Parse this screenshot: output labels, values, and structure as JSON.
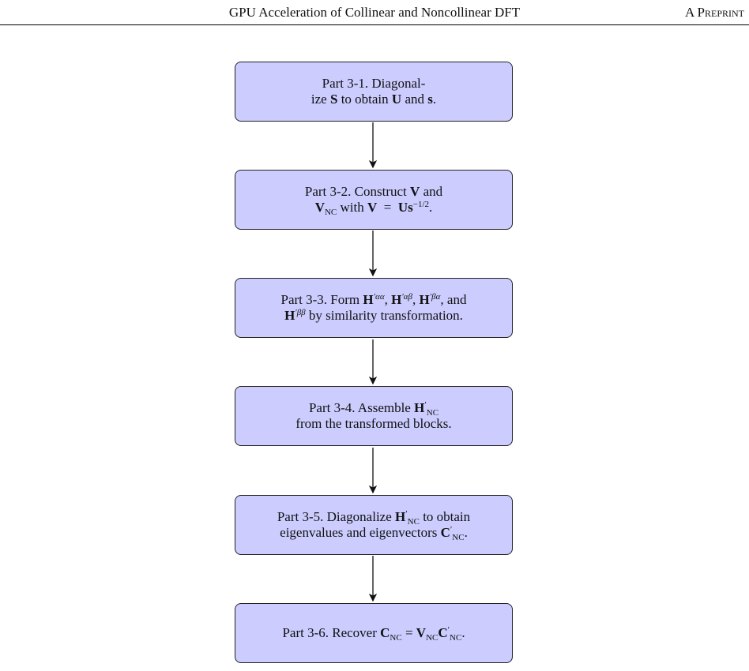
{
  "header": {
    "title": "GPU Acceleration of Collinear and Noncollinear DFT",
    "tag": "A Preprint"
  },
  "flowchart": {
    "box1": {
      "l1": "Part 3-1.  Diagonal-",
      "l2_a": "ize ",
      "l2_S": "S",
      "l2_b": " to obtain ",
      "l2_U": "U",
      "l2_c": " and ",
      "l2_s": "s",
      "l2_d": "."
    },
    "box2": {
      "l1_a": "Part 3-2.  Construct ",
      "l1_V": "V",
      "l1_b": " and",
      "l2_V": "V",
      "l2_sub": "NC",
      "l2_a": " with ",
      "l2_V2": "V",
      "l2_eq": "  =  ",
      "l2_Us": "Us",
      "l2_sup": "−1/2",
      "l2_end": "."
    },
    "box3": {
      "l1_a": "Part 3-3.  Form ",
      "H": "H",
      "p1": "′αα",
      "c1": ", ",
      "p2": "′αβ",
      "c2": ", ",
      "p3": "′βα",
      "c3": ", and",
      "p4": "′ββ",
      "l2_rest": " by similarity transformation."
    },
    "box4": {
      "l1_a": "Part 3-4.  Assemble ",
      "H": "H",
      "prime": "′",
      "sub": "NC",
      "l2": "from the transformed blocks."
    },
    "box5": {
      "l1_a": "Part 3-5.  Diagonalize ",
      "H": "H",
      "prime": "′",
      "sub": "NC",
      "l1_b": " to obtain",
      "l2_a": "eigenvalues and eigenvectors ",
      "C": "C",
      "cprime": "′",
      "csub": "NC",
      "l2_end": "."
    },
    "box6": {
      "l1_a": "Part 3-6.  Recover ",
      "C": "C",
      "sub1": "NC",
      "eq": " = ",
      "V": "V",
      "sub2": "NC",
      "C2": "C",
      "prime": "′",
      "sub3": "NC",
      "end": "."
    }
  }
}
